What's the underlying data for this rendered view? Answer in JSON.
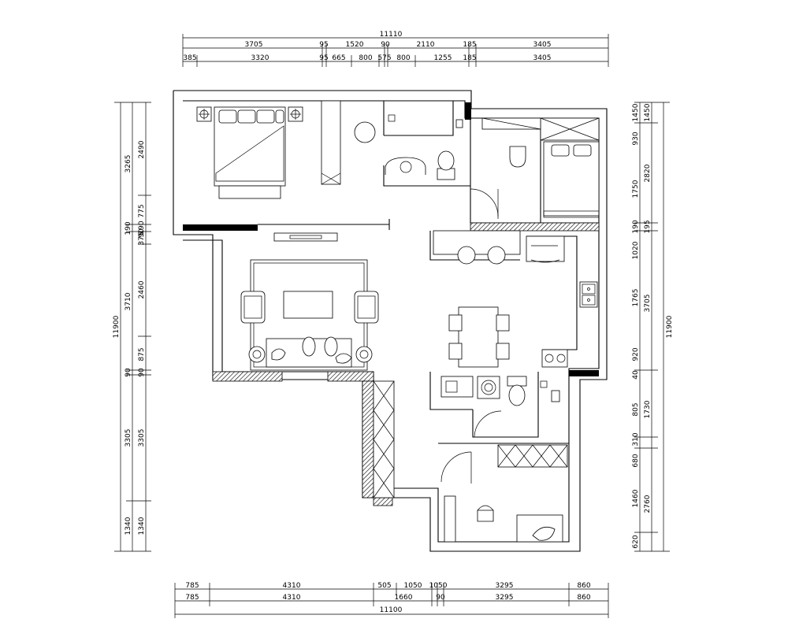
{
  "dimensions": {
    "top_total": "11110",
    "top_row1": [
      "3705",
      "95",
      "1520",
      "90",
      "2110",
      "185",
      "3405"
    ],
    "top_row2": [
      "385",
      "3320",
      "95",
      "665",
      "800",
      "575",
      "800",
      "1255",
      "185",
      "3405"
    ],
    "bottom_row1": [
      "785",
      "4310",
      "505",
      "1050",
      "1050",
      "3295",
      "860"
    ],
    "bottom_row2": [
      "785",
      "4310",
      "1660",
      "90",
      "3295",
      "860"
    ],
    "bottom_total": "11100",
    "left_total": "11900",
    "left_row1": [
      "3265",
      "190",
      "3710",
      "90",
      "3305",
      "1340"
    ],
    "left_row2": [
      "2490",
      "775",
      "190",
      "375",
      "90",
      "2460",
      "875",
      "90",
      "3305",
      "1340"
    ],
    "right_total": "11900",
    "right_row1": [
      "1450",
      "2820",
      "195",
      "3705",
      "1730",
      "2760"
    ],
    "right_row2": [
      "1450",
      "930",
      "1750",
      "190",
      "1020",
      "1765",
      "920",
      "40",
      "805",
      "310",
      "680",
      "1460",
      "620"
    ]
  },
  "icons": {
    "bed": "double-bed-icon",
    "sofa": "sofa-icon",
    "toilet": "toilet-icon",
    "sink": "sink-icon",
    "stove": "stove-icon",
    "washer": "washing-machine-icon",
    "door": "door-swing-icon",
    "table": "dining-table-icon"
  },
  "colors": {
    "lines": "#000000",
    "background": "#ffffff"
  }
}
